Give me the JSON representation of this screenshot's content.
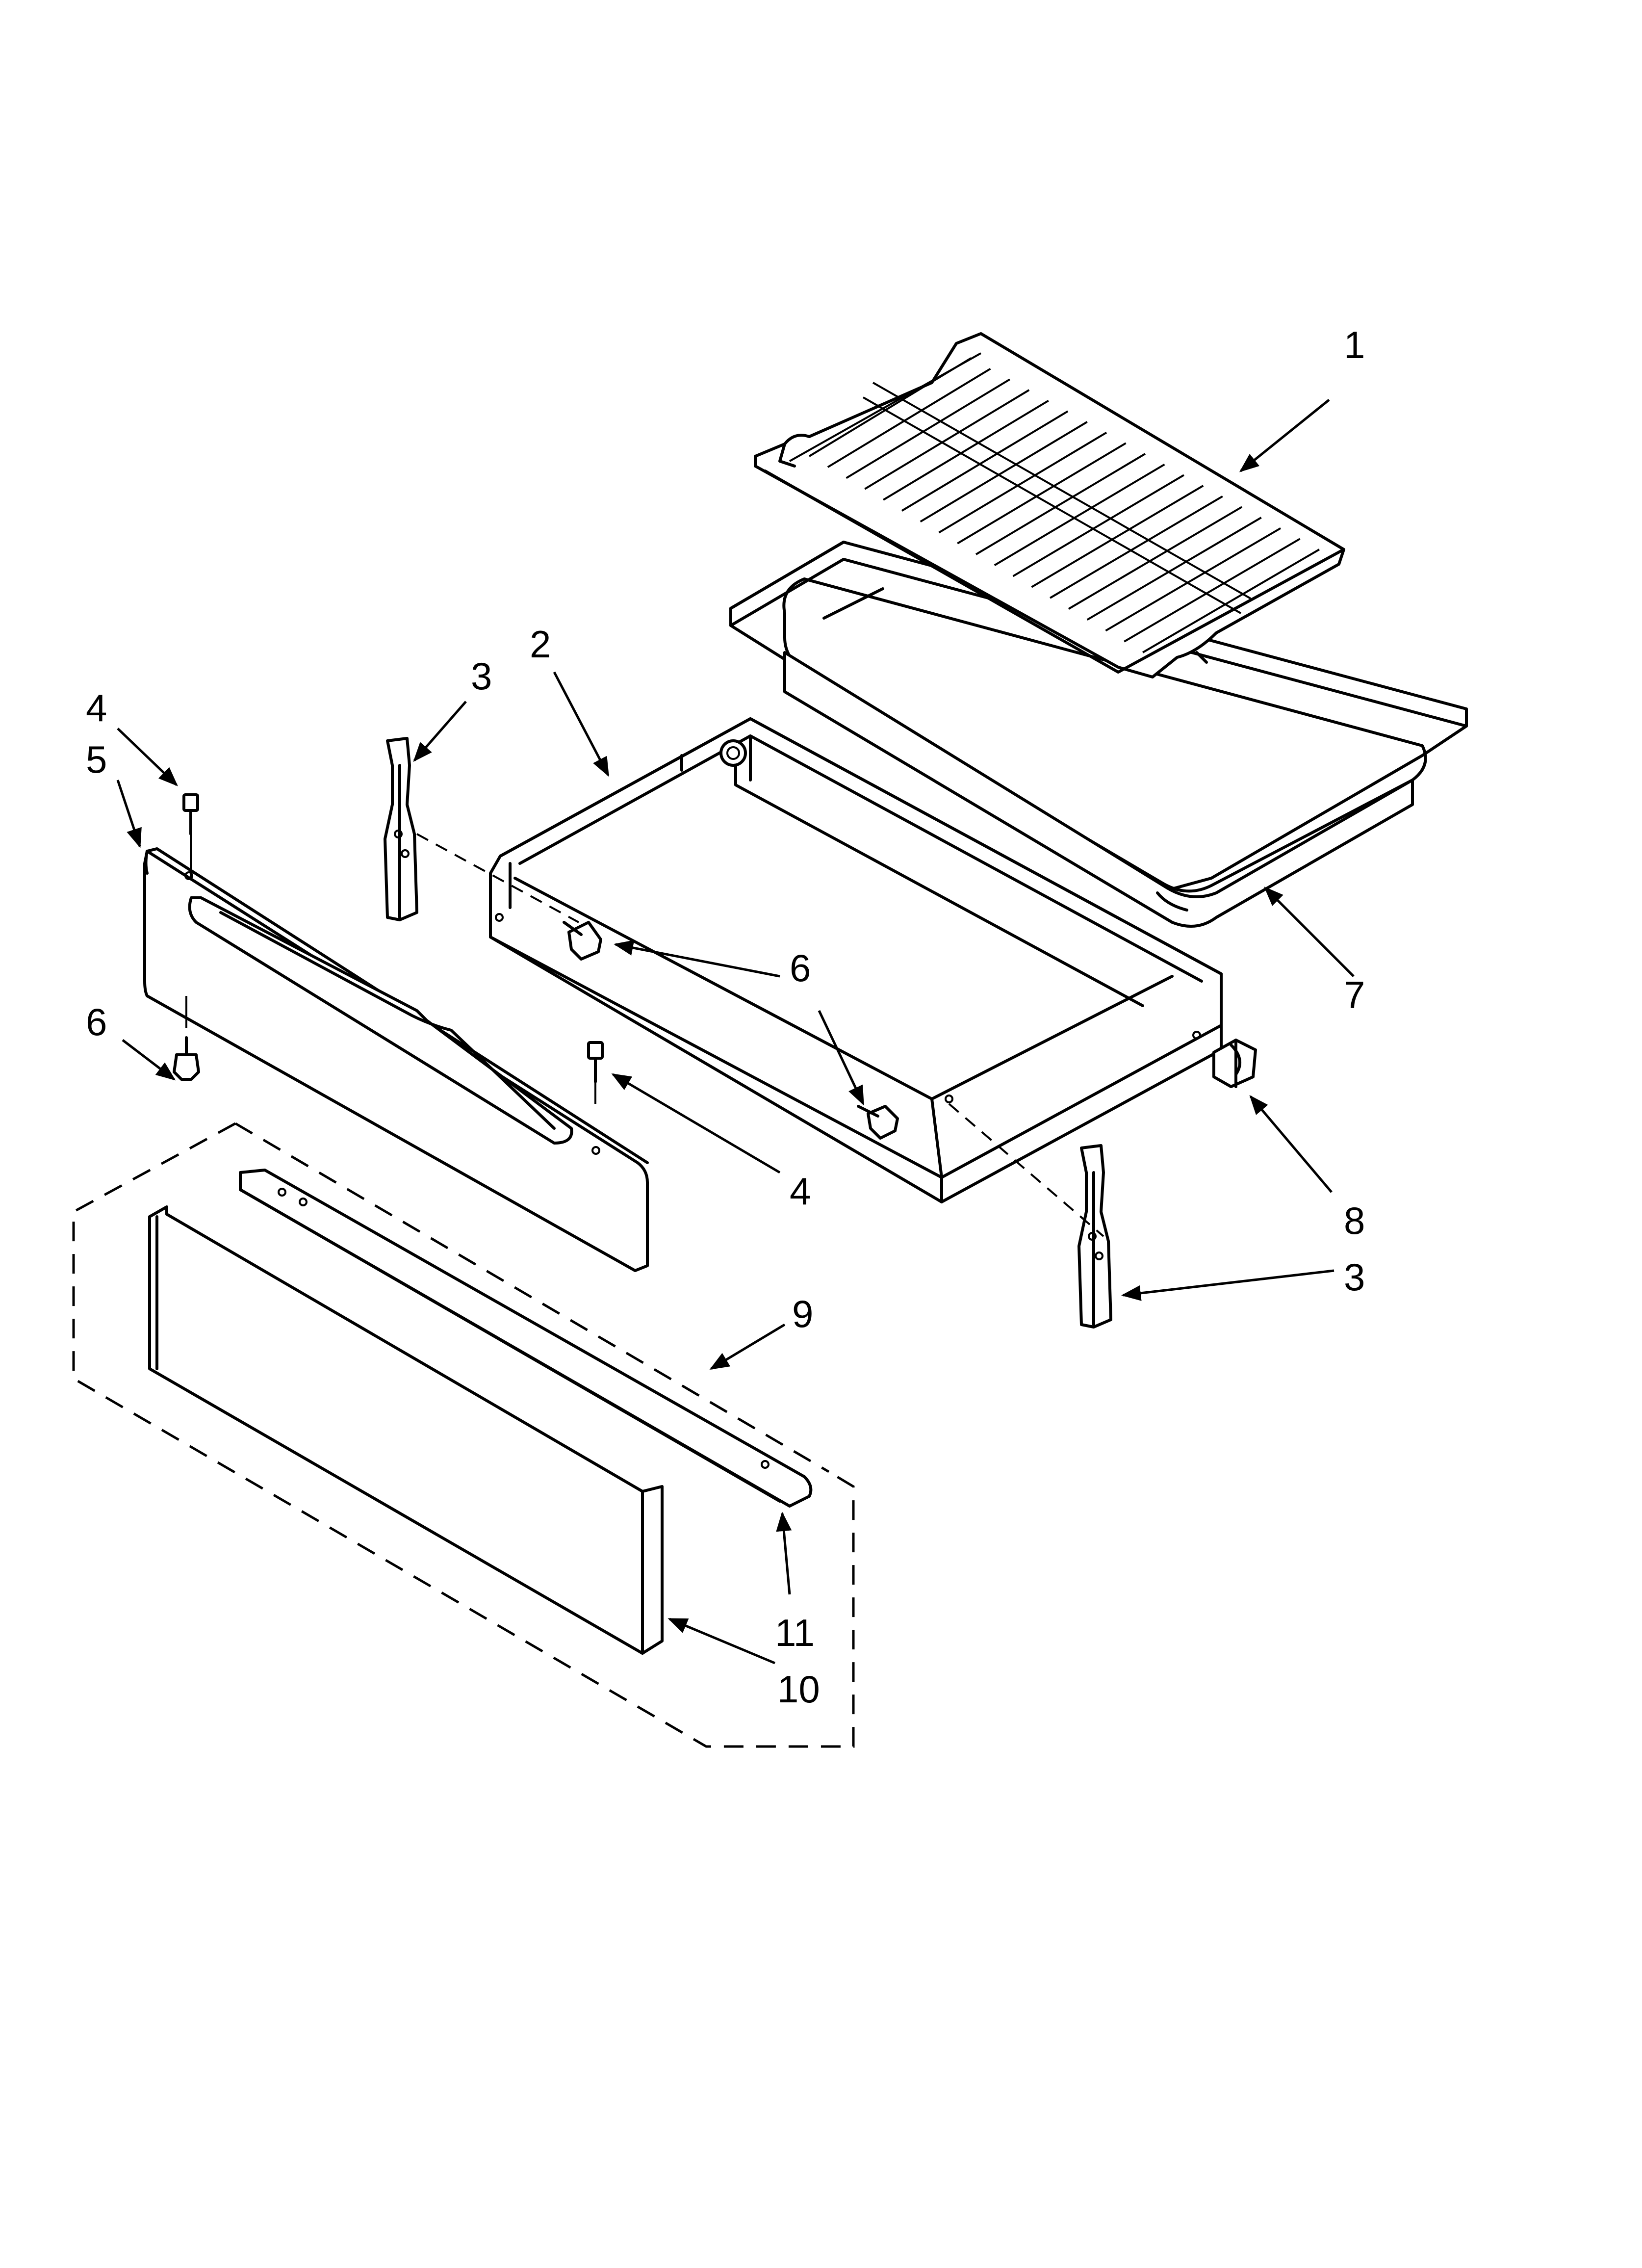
{
  "callouts": [
    {
      "id": "c1",
      "label": "1"
    },
    {
      "id": "c2",
      "label": "2"
    },
    {
      "id": "c3a",
      "label": "3"
    },
    {
      "id": "c3b",
      "label": "3"
    },
    {
      "id": "c4a",
      "label": "4"
    },
    {
      "id": "c4b",
      "label": "4"
    },
    {
      "id": "c5",
      "label": "5"
    },
    {
      "id": "c6a",
      "label": "6"
    },
    {
      "id": "c6b",
      "label": "6"
    },
    {
      "id": "c6c",
      "label": "6"
    },
    {
      "id": "c7",
      "label": "7"
    },
    {
      "id": "c8",
      "label": "8"
    },
    {
      "id": "c9",
      "label": "9"
    },
    {
      "id": "c10",
      "label": "10"
    },
    {
      "id": "c11",
      "label": "11"
    }
  ],
  "colors": {
    "line": "#000000",
    "background": "#ffffff"
  }
}
